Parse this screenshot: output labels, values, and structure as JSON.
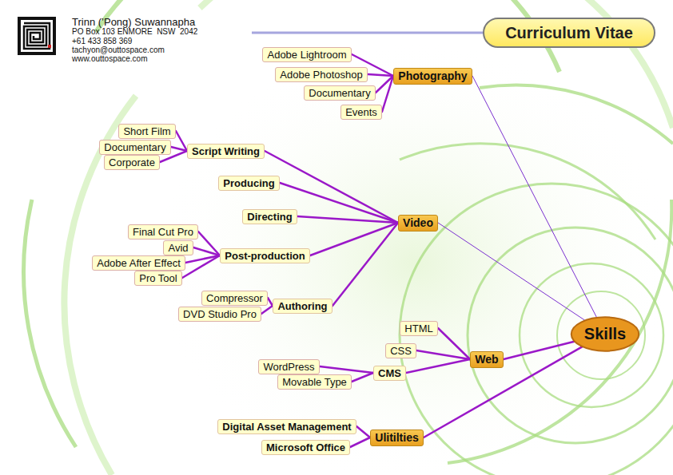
{
  "diagram": {
    "title": "Curriculum Vitae",
    "nodes": [
      {
        "text": [
          "Adobe Lightroom"
        ]
      },
      {
        "text": [
          "Adobe Photoshop"
        ]
      },
      {
        "text": [
          "Photography"
        ]
      },
      {
        "text": [
          "Documentary"
        ]
      },
      {
        "text": [
          "Events"
        ]
      },
      {
        "text": [
          "Short Film"
        ]
      },
      {
        "text": [
          "Script Writing"
        ]
      },
      {
        "text": [
          "Documentary"
        ]
      },
      {
        "text": [
          "Corporate"
        ]
      },
      {
        "text": [
          "Producing"
        ]
      },
      {
        "text": [
          "Directing"
        ]
      },
      {
        "text": [
          "Video"
        ]
      },
      {
        "text": [
          "Final Cut Pro"
        ]
      },
      {
        "text": [
          "Avid"
        ]
      },
      {
        "text": [
          "Post-production"
        ]
      },
      {
        "text": [
          "Adobe After Effect"
        ]
      },
      {
        "text": [
          "Pro Tool"
        ]
      },
      {
        "text": [
          "Compressor"
        ]
      },
      {
        "text": [
          "Authoring"
        ]
      },
      {
        "text": [
          "DVD Studio Pro"
        ]
      },
      {
        "text": [
          "HTML"
        ]
      },
      {
        "text": [
          "Skills"
        ]
      },
      {
        "text": [
          "CSS"
        ]
      },
      {
        "text": [
          "Web"
        ]
      },
      {
        "text": [
          "WordPress"
        ]
      },
      {
        "text": [
          "CMS"
        ]
      },
      {
        "text": [
          "Movable Type"
        ]
      },
      {
        "text": [
          "Digital Asset Management"
        ]
      },
      {
        "text": [
          "Ulitilties"
        ]
      },
      {
        "text": [
          "Microsoft Office"
        ]
      }
    ],
    "edges": [
      {
        "from": 0,
        "to": 2,
        "arrow": "none"
      },
      {
        "from": 1,
        "to": 2,
        "arrow": "none"
      },
      {
        "from": 3,
        "to": 2,
        "arrow": "none"
      },
      {
        "from": 4,
        "to": 2,
        "arrow": "none"
      },
      {
        "from": 5,
        "to": 6,
        "arrow": "none"
      },
      {
        "from": 7,
        "to": 6,
        "arrow": "none"
      },
      {
        "from": 8,
        "to": 6,
        "arrow": "none"
      },
      {
        "from": 12,
        "to": 14,
        "arrow": "none"
      },
      {
        "from": 13,
        "to": 14,
        "arrow": "none"
      },
      {
        "from": 15,
        "to": 14,
        "arrow": "none"
      },
      {
        "from": 16,
        "to": 14,
        "arrow": "none"
      },
      {
        "from": 17,
        "to": 18,
        "arrow": "none"
      },
      {
        "from": 19,
        "to": 18,
        "arrow": "none"
      },
      {
        "from": 6,
        "to": 11,
        "arrow": "none"
      },
      {
        "from": 9,
        "to": 11,
        "arrow": "none"
      },
      {
        "from": 10,
        "to": 11,
        "arrow": "none"
      },
      {
        "from": 14,
        "to": 11,
        "arrow": "none"
      },
      {
        "from": 18,
        "to": 11,
        "arrow": "none"
      },
      {
        "from": 20,
        "to": 23,
        "arrow": "none"
      },
      {
        "from": 22,
        "to": 23,
        "arrow": "none"
      },
      {
        "from": 24,
        "to": 25,
        "arrow": "none"
      },
      {
        "from": 26,
        "to": 25,
        "arrow": "none"
      },
      {
        "from": 25,
        "to": 23,
        "arrow": "none"
      },
      {
        "from": 27,
        "to": 28,
        "arrow": "none"
      },
      {
        "from": 29,
        "to": 28,
        "arrow": "none"
      },
      {
        "from": 2,
        "to": 21,
        "arrow": "none"
      },
      {
        "from": 11,
        "to": 21,
        "arrow": "none"
      },
      {
        "from": 23,
        "to": 21,
        "arrow": "none"
      },
      {
        "from": 28,
        "to": 21,
        "arrow": "none"
      }
    ],
    "labels": [
      "Trinn (’Pong) Suwannapha",
      "PO Box 103 ENMORE  NSW  2042",
      "+61 433 858 369",
      "tachyon@outtospace.com",
      "www.outtospace.com"
    ]
  }
}
